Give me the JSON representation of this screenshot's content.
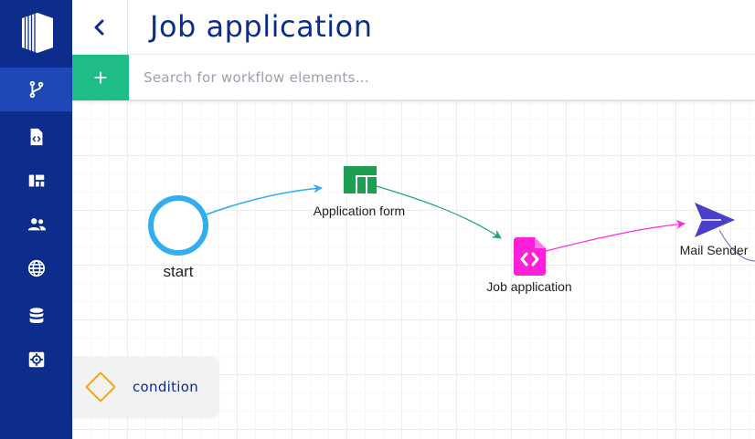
{
  "header": {
    "title": "Job application",
    "back_icon": "chevron-left-icon"
  },
  "search": {
    "add_label": "+",
    "placeholder": "Search for workflow elements..."
  },
  "sidebar": {
    "logo": "logo-icon",
    "items": [
      {
        "icon": "workflow-icon",
        "active": true
      },
      {
        "icon": "code-file-icon",
        "active": false
      },
      {
        "icon": "dashboard-icon",
        "active": false
      },
      {
        "icon": "users-icon",
        "active": false
      },
      {
        "icon": "globe-icon",
        "active": false
      },
      {
        "icon": "database-icon",
        "active": false
      },
      {
        "icon": "settings-icon",
        "active": false
      }
    ]
  },
  "workflow": {
    "nodes": [
      {
        "id": "start",
        "label": "start",
        "icon": "start-circle"
      },
      {
        "id": "application-form",
        "label": "Application form",
        "icon": "form-icon",
        "color": "#1e9e52"
      },
      {
        "id": "job-application",
        "label": "Job application",
        "icon": "code-file-icon",
        "color": "#ff1fd9"
      },
      {
        "id": "mail-sender",
        "label": "Mail Sender",
        "icon": "send-icon",
        "color": "#4a3fc9"
      }
    ],
    "edges": [
      {
        "from": "start",
        "to": "application-form",
        "color": "#33adf2"
      },
      {
        "from": "application-form",
        "to": "job-application",
        "color": "#1ea866"
      },
      {
        "from": "job-application",
        "to": "mail-sender",
        "color": "#ff2bd9"
      }
    ]
  },
  "palette": {
    "condition_label": "condition",
    "condition_icon": "diamond-icon",
    "condition_color": "#f5a70a"
  },
  "colors": {
    "sidebar": "#0d2d8c",
    "sidebar_active": "#1d48b5",
    "accent_green": "#1ebd85",
    "title": "#0d2d8c"
  }
}
